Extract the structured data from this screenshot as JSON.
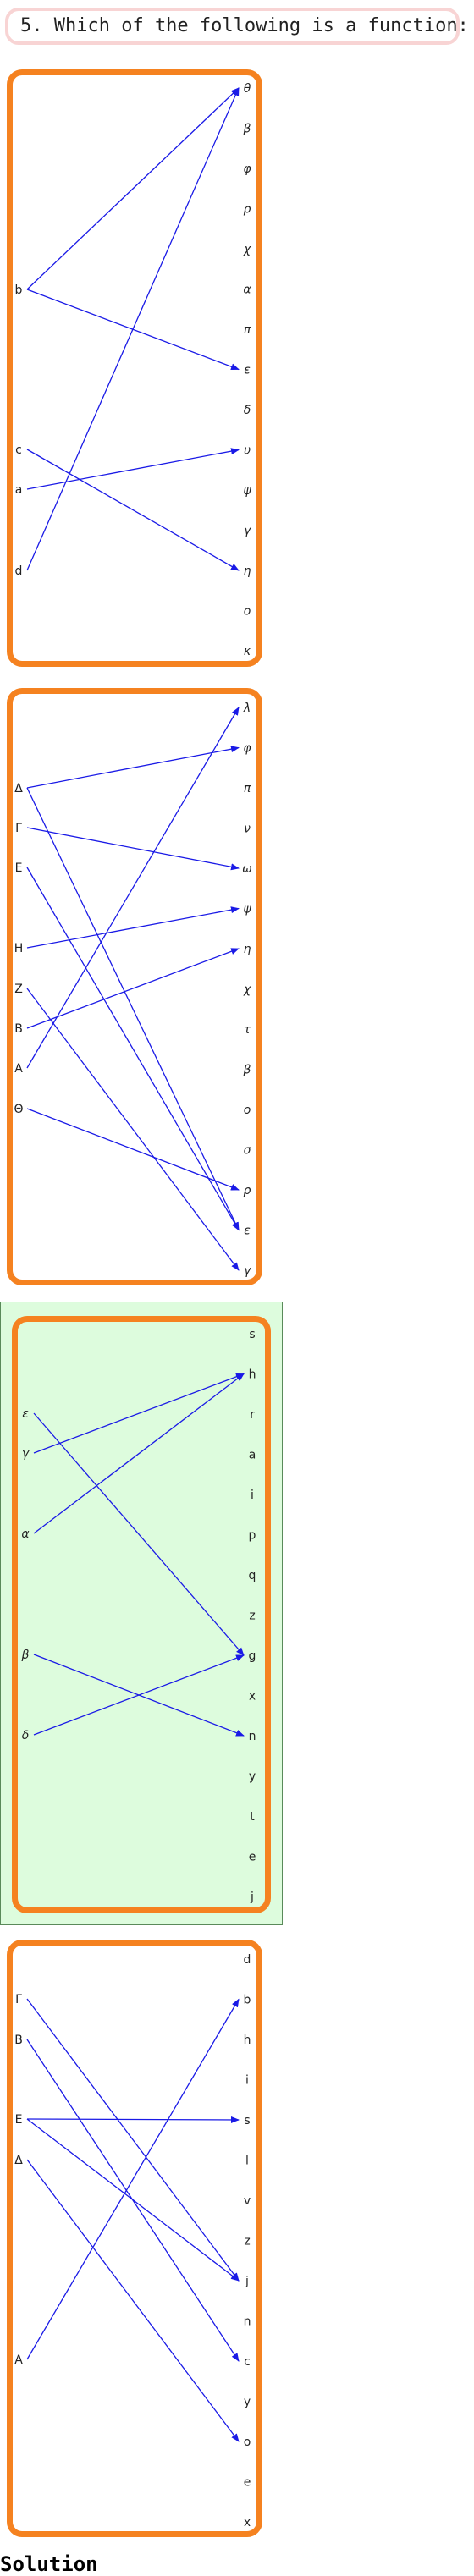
{
  "question": "5. Which of the following is a function:",
  "solution_label": "Solution",
  "colors": {
    "panel_border": "#f58220",
    "arrow": "#1a1ae6",
    "highlight_bg": "#ddfcdd",
    "highlight_border": "#5a8a5a",
    "question_border": "#f8d4d4"
  },
  "panels": [
    {
      "highlighted": false,
      "left": [
        "b",
        "c",
        "a",
        "d"
      ],
      "right": [
        "θ",
        "β",
        "φ",
        "ρ",
        "χ",
        "α",
        "π",
        "ε",
        "δ",
        "υ",
        "ψ",
        "γ",
        "η",
        "ο",
        "κ"
      ],
      "arrows": [
        [
          "b",
          "θ"
        ],
        [
          "b",
          "ε"
        ],
        [
          "c",
          "η"
        ],
        [
          "a",
          "υ"
        ],
        [
          "d",
          "θ"
        ]
      ]
    },
    {
      "highlighted": false,
      "left": [
        "Δ",
        "Γ",
        "E",
        "H",
        "Z",
        "B",
        "A",
        "Θ"
      ],
      "right": [
        "λ",
        "φ",
        "π",
        "ν",
        "ω",
        "ψ",
        "η",
        "χ",
        "τ",
        "β",
        "ο",
        "σ",
        "ρ",
        "ε",
        "γ"
      ],
      "arrows": [
        [
          "Δ",
          "φ"
        ],
        [
          "Δ",
          "ε"
        ],
        [
          "Γ",
          "ω"
        ],
        [
          "E",
          "ε"
        ],
        [
          "H",
          "ψ"
        ],
        [
          "Z",
          "γ"
        ],
        [
          "B",
          "η"
        ],
        [
          "A",
          "λ"
        ],
        [
          "Θ",
          "ρ"
        ]
      ]
    },
    {
      "highlighted": true,
      "left": [
        "ε",
        "γ",
        "α",
        "β",
        "δ"
      ],
      "right": [
        "s",
        "h",
        "r",
        "a",
        "i",
        "p",
        "q",
        "z",
        "g",
        "x",
        "n",
        "y",
        "t",
        "e",
        "j"
      ],
      "arrows": [
        [
          "ε",
          "g"
        ],
        [
          "γ",
          "h"
        ],
        [
          "α",
          "h"
        ],
        [
          "β",
          "n"
        ],
        [
          "δ",
          "g"
        ]
      ]
    },
    {
      "highlighted": false,
      "left": [
        "Γ",
        "B",
        "E",
        "Δ",
        "A"
      ],
      "right": [
        "d",
        "b",
        "h",
        "i",
        "s",
        "l",
        "v",
        "z",
        "j",
        "n",
        "c",
        "y",
        "o",
        "e",
        "x"
      ],
      "arrows": [
        [
          "Γ",
          "j"
        ],
        [
          "B",
          "c"
        ],
        [
          "E",
          "s"
        ],
        [
          "E",
          "j"
        ],
        [
          "Δ",
          "o"
        ],
        [
          "A",
          "b"
        ]
      ]
    }
  ]
}
